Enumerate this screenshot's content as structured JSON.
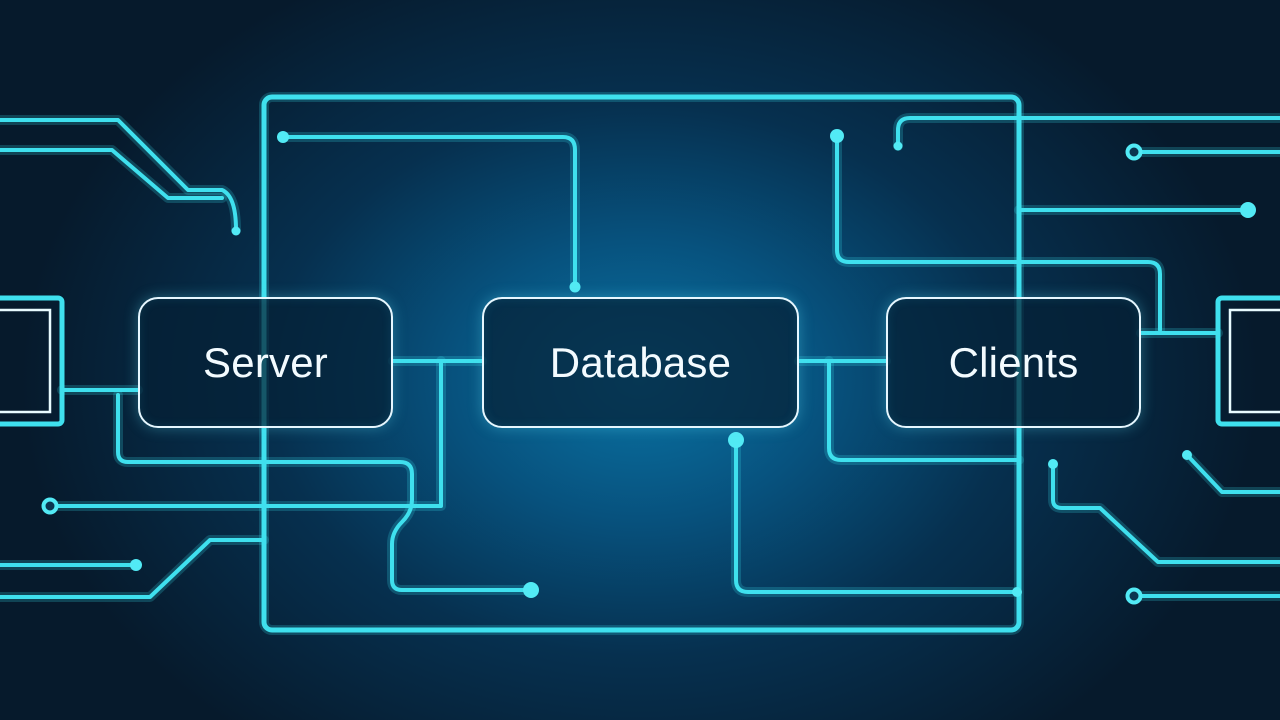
{
  "diagram": {
    "nodes": [
      {
        "id": "server",
        "label": "Server"
      },
      {
        "id": "database",
        "label": "Database"
      },
      {
        "id": "clients",
        "label": "Clients"
      }
    ],
    "links": [
      {
        "from": "server",
        "to": "database"
      },
      {
        "from": "database",
        "to": "clients"
      }
    ],
    "colors": {
      "trace": "#3fe0ee",
      "box_border": "#e6f7ff",
      "label": "#f3fbff",
      "background_center": "#0a73a4",
      "background_edge": "#061a2c"
    }
  }
}
